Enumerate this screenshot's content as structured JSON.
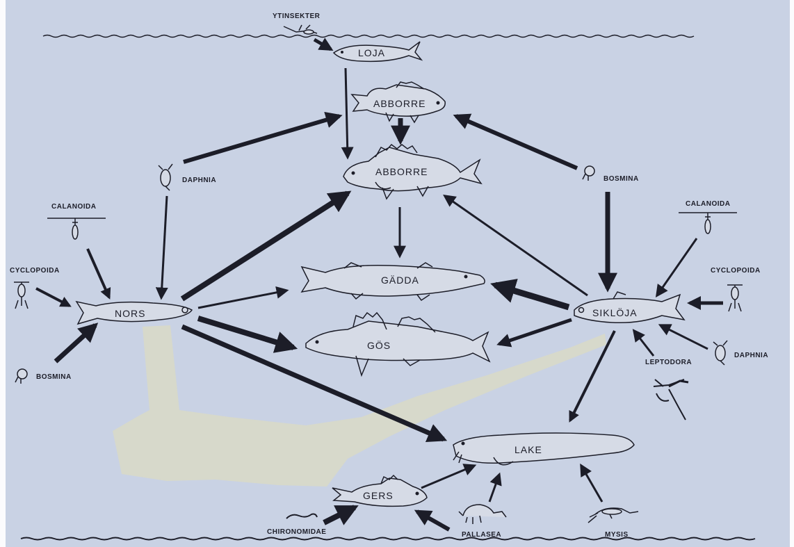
{
  "colors": {
    "paper": "#c9d2e4",
    "ink": "#1c1d28",
    "smudge": "#d8d9c8"
  },
  "labels": {
    "ytinsekter": "YTINSEKTER",
    "loja": "LOJA",
    "abborre_small": "ABBORRE",
    "abborre_large": "ABBORRE",
    "gadda": "GÄDDA",
    "gos": "GÖS",
    "nors": "NORS",
    "sikloja": "SIKLÖJA",
    "lake": "LAKE",
    "gers": "GERS",
    "daphnia_left": "DAPHNIA",
    "bosmina_top": "BOSMINA",
    "calanoida_left": "CALANOIDA",
    "calanoida_right": "CALANOIDA",
    "cyclopoida_left": "CYCLOPOIDA",
    "cyclopoida_right": "CYCLOPOIDA",
    "bosmina_left": "BOSMINA",
    "daphnia_right": "DAPHNIA",
    "leptodora": "LEPTODORA",
    "chironomidae": "CHIRONOMIDAE",
    "pallasea": "PALLASEA",
    "mysis": "MYSIS"
  },
  "icons": [
    "insect-icon",
    "daphnia-icon",
    "bosmina-icon",
    "calanoida-icon",
    "cyclopoida-icon",
    "leptodora-icon",
    "chironomidae-icon",
    "pallasea-icon",
    "mysis-icon"
  ]
}
